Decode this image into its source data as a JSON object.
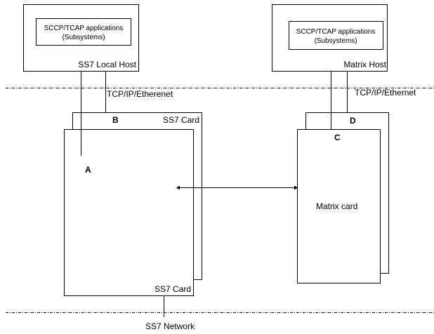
{
  "diagram": {
    "local_host": {
      "label": "SS7 Local Host",
      "apps_line1": "SCCP/TCAP applications",
      "apps_line2": "(Subsystems)"
    },
    "matrix_host": {
      "label": "Matrix Host",
      "apps_line1": "SCCP/TCAP applications",
      "apps_line2": "(Subsystems)"
    },
    "network_labels": {
      "tcpip_left": "TCP/IP/Etherenet",
      "tcpip_right": "TCP/IP/Ethernet",
      "ss7_network": "SS7 Network"
    },
    "ss7_card": {
      "back_label": "SS7 Card",
      "front_label": "SS7 Card",
      "point_a": "A",
      "point_b": "B"
    },
    "matrix_card": {
      "label": "Matrix card",
      "point_c": "C",
      "point_d": "D"
    }
  }
}
